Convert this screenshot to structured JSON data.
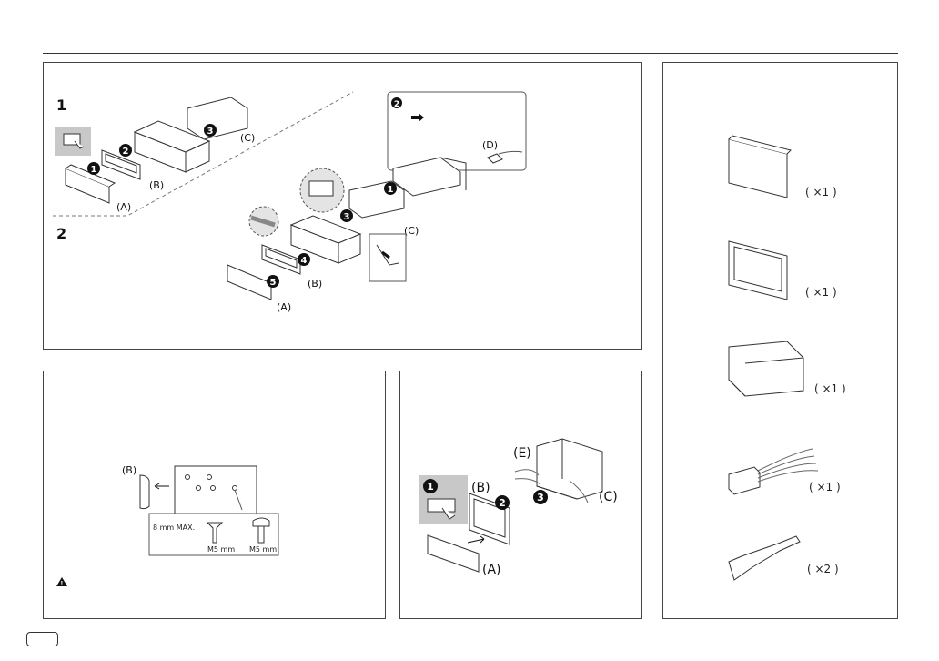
{
  "steps": {
    "one": "1",
    "two": "2"
  },
  "callouts": {
    "n1": "1",
    "n2": "2",
    "n3": "3",
    "n4": "4",
    "n5": "5"
  },
  "parts": {
    "a": "(A)",
    "b": "(B)",
    "c": "(C)",
    "d": "(D)",
    "e": "(E)"
  },
  "accessories": [
    {
      "qty": "( ×1 )"
    },
    {
      "qty": "( ×1 )"
    },
    {
      "qty": "( ×1 )"
    },
    {
      "qty": "( ×1 )"
    },
    {
      "qty": "( ×2 )"
    }
  ],
  "screw": {
    "max": "8 mm MAX.",
    "m5a": "M5 mm",
    "m5b": "M5 mm"
  },
  "colors": {
    "border": "#444444",
    "callout": "#111111",
    "highlight": "#c8c8c8"
  }
}
